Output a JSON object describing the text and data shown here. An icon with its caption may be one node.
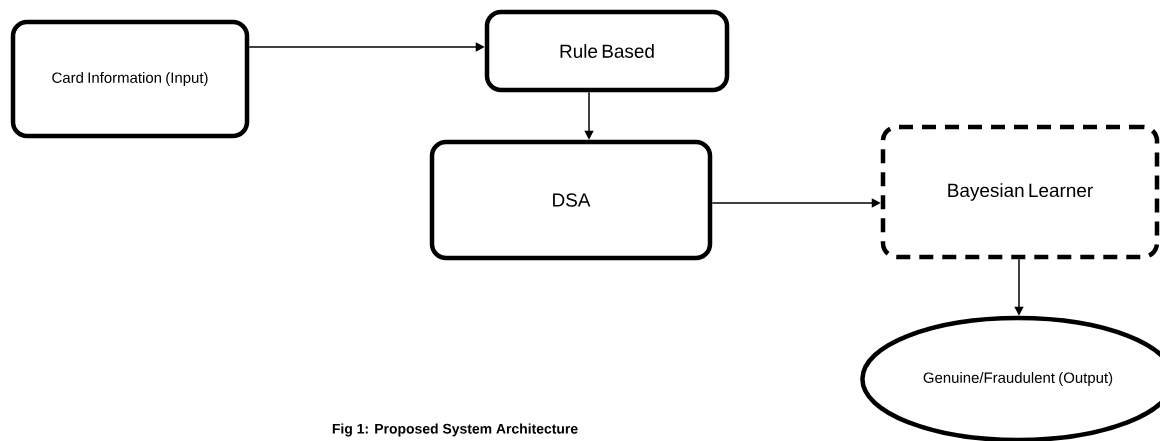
{
  "diagram": {
    "caption": "Fig 1: Proposed System Architecture",
    "nodes": [
      {
        "text": [
          "Card Information (Input)"
        ]
      },
      {
        "text": [
          "Rule Based"
        ]
      },
      {
        "text": [
          "DSA"
        ]
      },
      {
        "text": [
          "Bayesian Learner"
        ]
      },
      {
        "text": [
          "Genuine/Fraudulent (Output)"
        ]
      }
    ],
    "edges": [
      {
        "from": 0,
        "to": 1,
        "arrow": "to"
      },
      {
        "from": 1,
        "to": 2,
        "arrow": "to"
      },
      {
        "from": 2,
        "to": 3,
        "arrow": "to"
      },
      {
        "from": 3,
        "to": 4,
        "arrow": "to"
      }
    ]
  }
}
